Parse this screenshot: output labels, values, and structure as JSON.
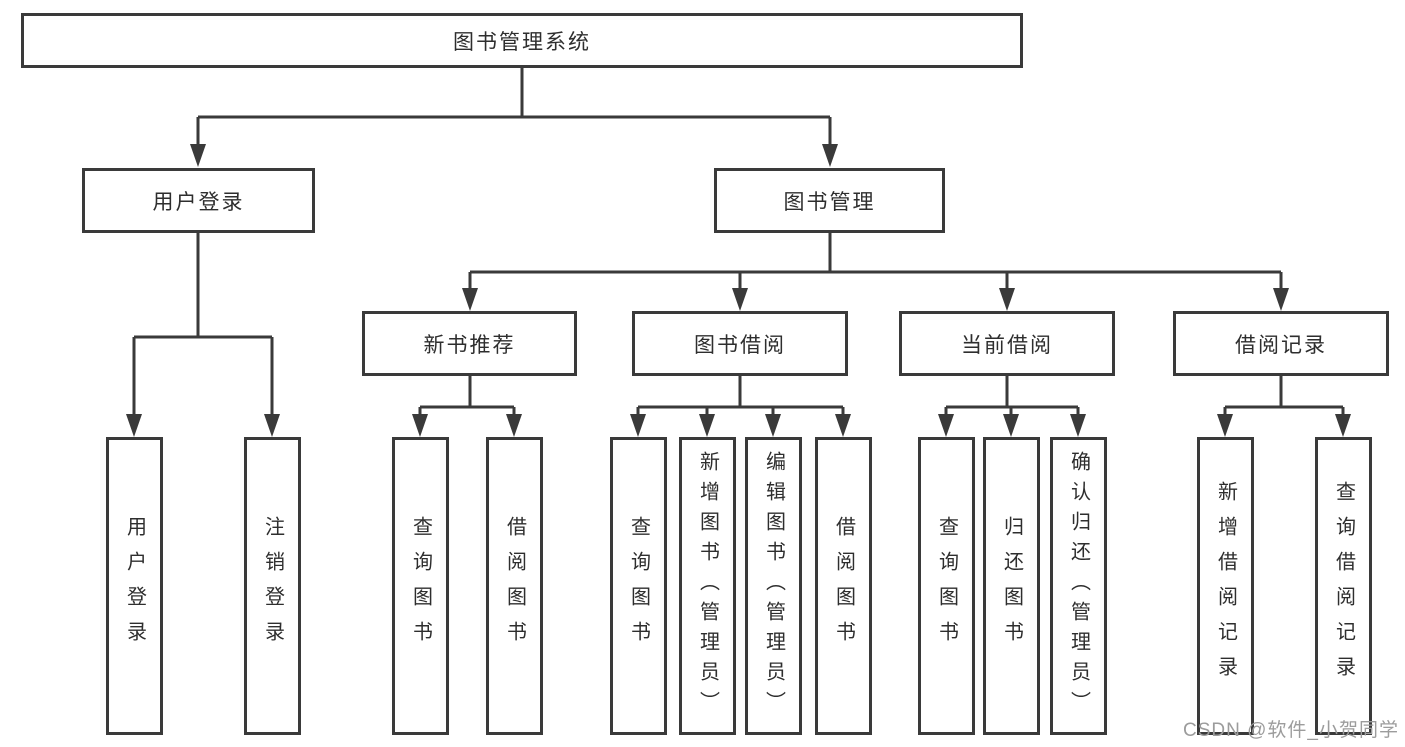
{
  "tree": {
    "root": {
      "label": "图书管理系统",
      "children": [
        {
          "label": "用户登录",
          "children": [
            {
              "label": "用户登录"
            },
            {
              "label": "注销登录"
            }
          ]
        },
        {
          "label": "图书管理",
          "children": [
            {
              "label": "新书推荐",
              "children": [
                {
                  "label": "查询图书"
                },
                {
                  "label": "借阅图书"
                }
              ]
            },
            {
              "label": "图书借阅",
              "children": [
                {
                  "label": "查询图书"
                },
                {
                  "label": "新增图书（管理员）"
                },
                {
                  "label": "编辑图书（管理员）"
                },
                {
                  "label": "借阅图书"
                }
              ]
            },
            {
              "label": "当前借阅",
              "children": [
                {
                  "label": "查询图书"
                },
                {
                  "label": "归还图书"
                },
                {
                  "label": "确认归还（管理员）"
                }
              ]
            },
            {
              "label": "借阅记录",
              "children": [
                {
                  "label": "新增借阅记录"
                },
                {
                  "label": "查询借阅记录"
                }
              ]
            }
          ]
        }
      ]
    }
  },
  "watermark": {
    "text": "CSDN @软件_小贺同学"
  },
  "colors": {
    "line": "#3a3a3a",
    "box_border": "#3a3a3a",
    "box_fill": "#ffffff",
    "text": "#2e2e2e",
    "watermark": "#9c9c9c",
    "background": "#ffffff"
  }
}
